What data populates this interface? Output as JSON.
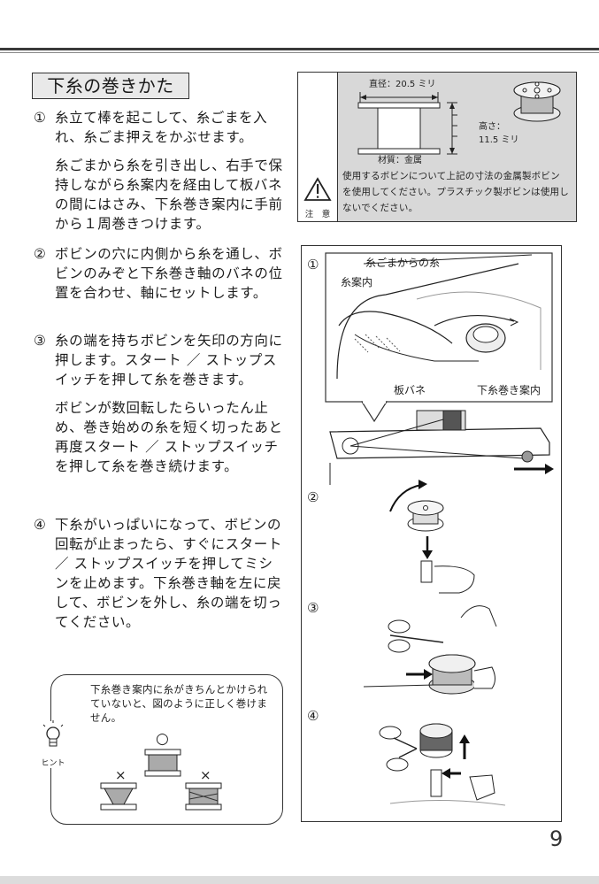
{
  "title": "下糸の巻きかた",
  "steps": [
    {
      "num": "①",
      "paras": [
        "糸立て棒を起こして、糸ごまを入れ、糸ごま押えをかぶせます。",
        "糸ごまから糸を引き出し、右手で保持しながら糸案内を経由して板バネの間にはさみ、下糸巻き案内に手前から１周巻きつけます。"
      ]
    },
    {
      "num": "②",
      "paras": [
        "ボビンの穴に内側から糸を通し、ボビンのみぞと下糸巻き軸のバネの位置を合わせ、軸にセットします。"
      ]
    },
    {
      "num": "③",
      "paras": [
        "糸の端を持ちボビンを矢印の方向に押します。スタート ／ ストップスイッチを押して糸を巻きます。",
        "ボビンが数回転したらいったん止め、巻き始めの糸を短く切ったあと再度スタート ／ ストップスイッチを押して糸を巻き続けます。"
      ]
    },
    {
      "num": "④",
      "paras": [
        "下糸がいっぱいになって、ボビンの回転が止まったら、すぐにスタート ／ ストップスイッチを押してミシンを止めます。下糸巻き軸を左に戻して、ボビンを外し、糸の端を切ってください。"
      ]
    }
  ],
  "caution": {
    "label": "注　意",
    "diameter": "直径：20.5 ミリ",
    "height": "高さ：\n11.5 ミリ",
    "material": "材質：金属",
    "text": "使用するボビンについて上記の寸法の金属製ボビンを使用してください。プラスチック製ボビンは使用しないでください。"
  },
  "figure": {
    "step_markers": [
      "①",
      "②",
      "③",
      "④"
    ],
    "labels": {
      "spool_thread": "糸ごまからの糸",
      "thread_guide": "糸案内",
      "leaf_spring": "板バネ",
      "bobbin_winder_guide": "下糸巻き案内"
    }
  },
  "hint": {
    "label": "ヒント",
    "text": "下糸巻き案内に糸がきちんとかけられていないと、図のように正しく巻けません。",
    "good_mark": "○",
    "bad_mark": "×"
  },
  "page_number": "9"
}
